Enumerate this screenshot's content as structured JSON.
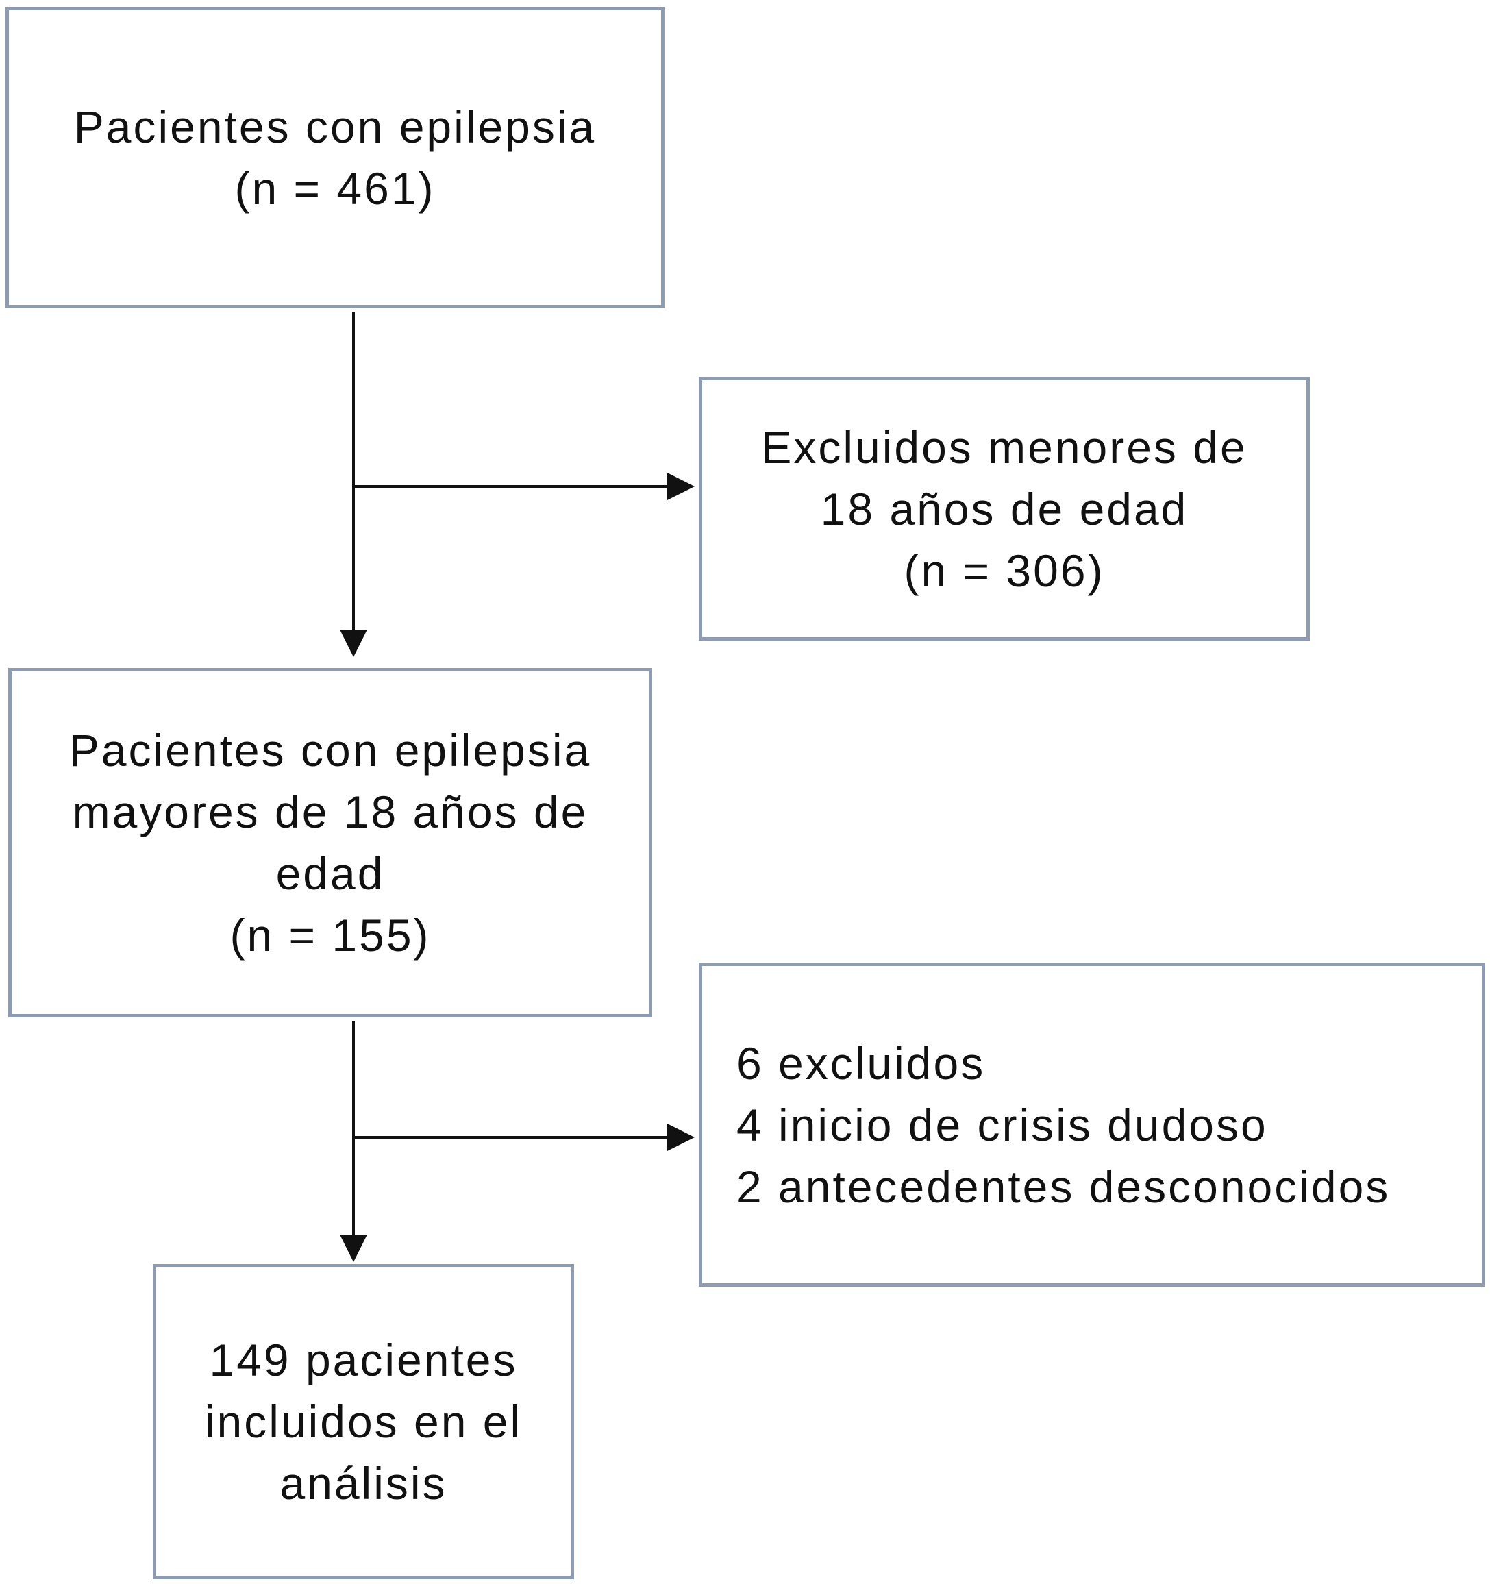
{
  "flowchart": {
    "total_patients": {
      "lines": [
        "Pacientes con epilepsia",
        "(n = 461)"
      ]
    },
    "excluded_minors": {
      "lines": [
        "Excluidos menores de",
        "18 años de edad",
        "(n = 306)"
      ]
    },
    "adult_patients": {
      "lines": [
        "Pacientes con epilepsia",
        "mayores de 18 años de",
        "edad",
        "(n = 155)"
      ]
    },
    "excluded_other": {
      "lines": [
        "6 excluidos",
        "4 inicio de crisis dudoso",
        "2 antecedentes desconocidos"
      ]
    },
    "included": {
      "lines": [
        "149 pacientes",
        "incluidos en el",
        "análisis"
      ]
    }
  },
  "colors": {
    "box_border": "#8e9bb0",
    "arrow": "#111111",
    "text": "#111111",
    "background": "#ffffff"
  }
}
